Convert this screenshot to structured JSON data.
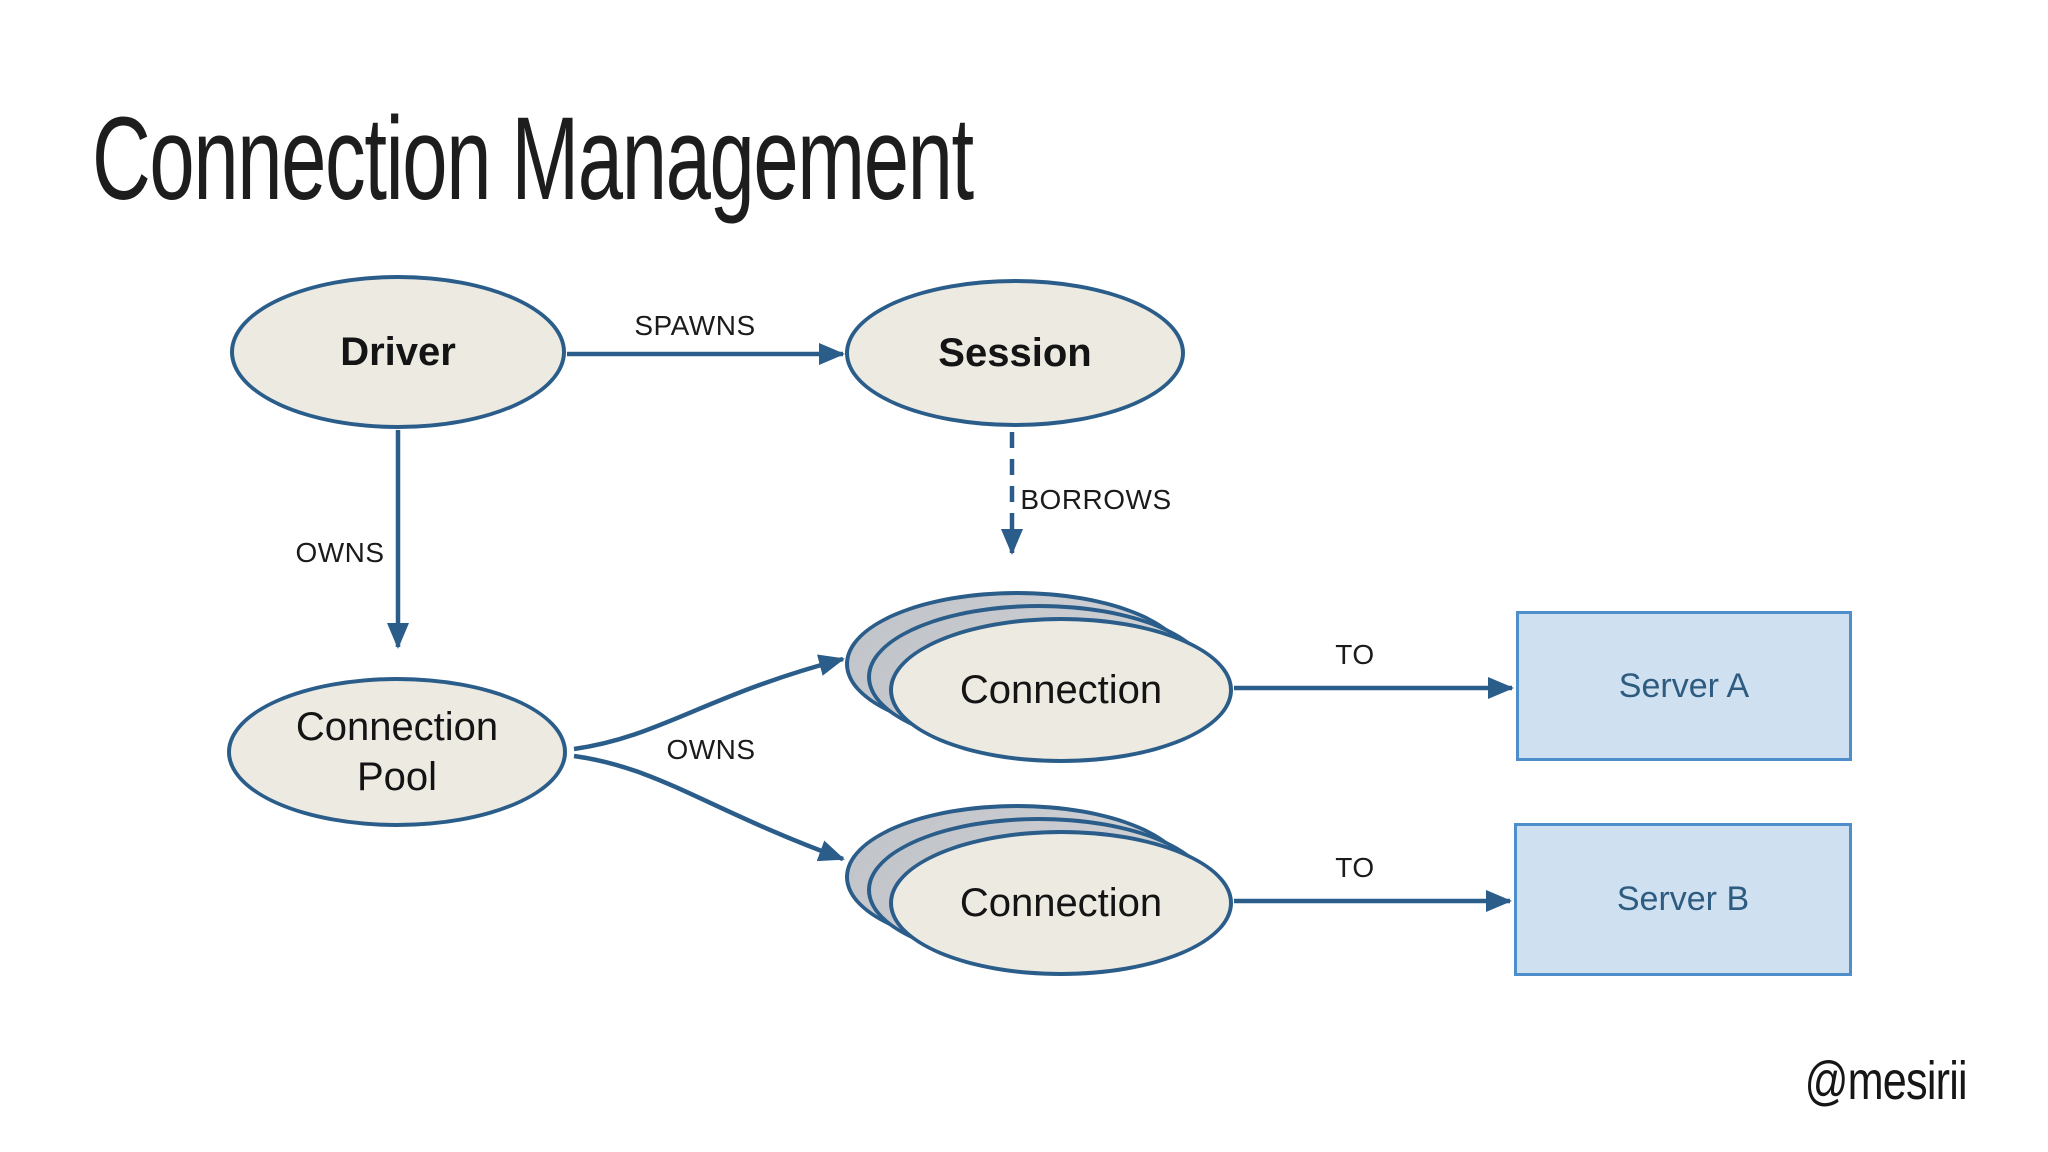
{
  "title": "Connection Management",
  "attribution": "@mesirii",
  "colors": {
    "node_stroke": "#2b5d8a",
    "node_fill": "#edeae2",
    "stack_back_fill": "#c7c9cc",
    "server_fill": "#cfe0f1",
    "server_border": "#4e8fcb",
    "server_text": "#2e5b80",
    "edge_line": "#2b5d8a",
    "edge_label_text": "#1b1b1b",
    "title_text": "#1d1d1d",
    "background": "#ffffff"
  },
  "nodes": {
    "driver": {
      "label": "Driver"
    },
    "session": {
      "label": "Session"
    },
    "pool": {
      "label": "Connection Pool"
    },
    "connection_a": {
      "label": "Connection"
    },
    "connection_b": {
      "label": "Connection"
    },
    "server_a": {
      "label": "Server A"
    },
    "server_b": {
      "label": "Server B"
    }
  },
  "edges": {
    "spawns": {
      "label": "SPAWNS"
    },
    "owns_driver": {
      "label": "OWNS"
    },
    "owns_pool": {
      "label": "OWNS"
    },
    "borrows": {
      "label": "BORROWS"
    },
    "to_a": {
      "label": "TO"
    },
    "to_b": {
      "label": "TO"
    }
  }
}
